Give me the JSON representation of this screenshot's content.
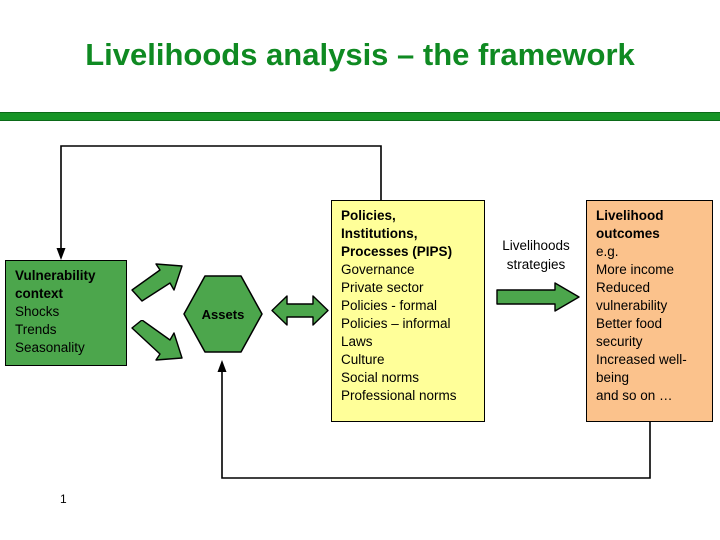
{
  "slide": {
    "title": "Livelihoods analysis – the framework",
    "page_number": "1",
    "accent_color": "#0f8a22",
    "rule_color": "#179426"
  },
  "vulnerability": {
    "name": "vulnerability-context",
    "fill_color": "#4ca64c",
    "heading_line_1": "Vulnerability",
    "heading_line_2": "context",
    "items": [
      "Shocks",
      "Trends",
      "Seasonality"
    ]
  },
  "assets": {
    "name": "assets-hexagon",
    "label": "Assets",
    "fill_color": "#4ca64c"
  },
  "pips": {
    "name": "policies-institutions-processes",
    "fill_color": "#ffff99",
    "heading_line_1": "Policies,",
    "heading_line_2": "Institutions,",
    "heading_line_3": "Processes (PIPS)",
    "items": [
      "Governance",
      "Private sector",
      "Policies - formal",
      "Policies – informal",
      "Laws",
      "Culture",
      "Social norms",
      "Professional norms"
    ]
  },
  "strategies": {
    "name": "livelihoods-strategies",
    "line_1": "Livelihoods",
    "line_2": "strategies",
    "arrow_color": "#4ca64c"
  },
  "outcomes": {
    "name": "livelihood-outcomes",
    "fill_color": "#fbc28c",
    "heading_line_1": "Livelihood",
    "heading_line_2": "outcomes",
    "items": [
      "e.g.",
      "More income",
      "Reduced",
      "vulnerability",
      "Better food",
      "security",
      "Increased well-",
      "being",
      "and so on …"
    ]
  }
}
